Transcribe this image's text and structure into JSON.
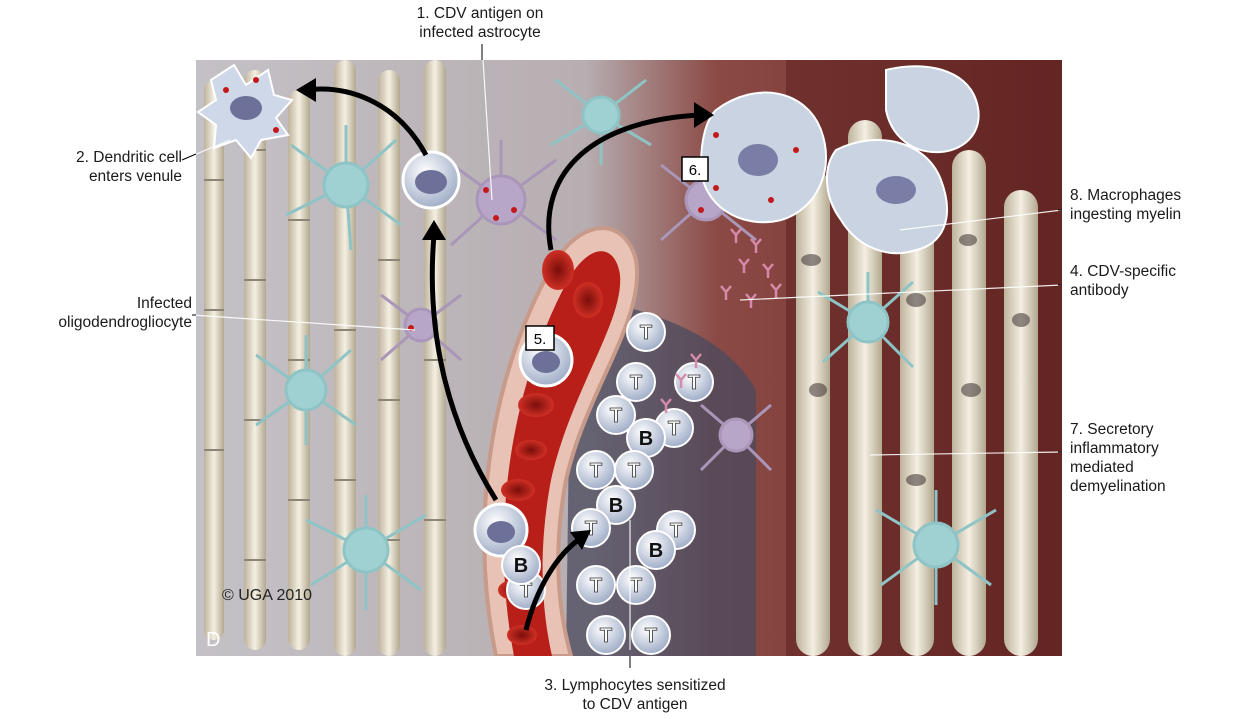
{
  "labels": {
    "cdv_antigen": "1. CDV antigen on\ninfected astrocyte",
    "dendritic_cell": "2. Dendritic cell\nenters venule",
    "infected_oligo": "Infected\noligodendrogliocyte",
    "lymphocytes": "3. Lymphocytes sensitized\nto CDV antigen",
    "antibody": "4. CDV-specific\nantibody",
    "secretory": "7. Secretory\ninflammatory\nmediated\ndemyelination",
    "macrophages": "8. Macrophages\ningesting myelin"
  },
  "markers": {
    "step5": "5.",
    "step6": "6."
  },
  "cell_letters": {
    "t": "T",
    "b": "B"
  },
  "credit": {
    "copyright": "© UGA 2010",
    "panel": "D"
  },
  "colors": {
    "tissue_bg": "#b9b4b2",
    "vessel_wall": "#e8c2b4",
    "blood": "#c2261e",
    "lesion": "#6e2a26",
    "astrocyte": "#9fd0d2",
    "lymphocyte": "#cfd8e8",
    "myelin": "#e9e2d0"
  }
}
